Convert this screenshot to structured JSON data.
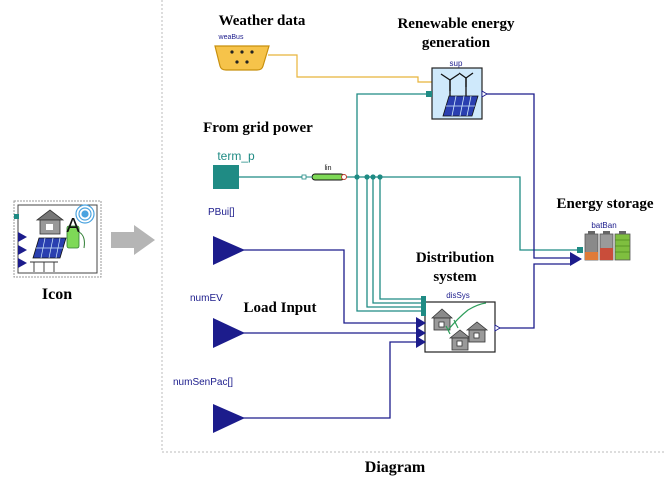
{
  "labels": {
    "weather": "Weather data",
    "renewable_line1": "Renewable energy",
    "renewable_line2": "generation",
    "grid_power": "From grid power",
    "energy_storage": "Energy storage",
    "distribution_line1": "Distribution",
    "distribution_line2": "system",
    "load_input": "Load Input",
    "icon": "Icon",
    "diagram": "Diagram"
  },
  "components": {
    "weaBus": "weaBus",
    "sup": "sup",
    "term_p": "term_p",
    "lin": "lin",
    "batBan": "batBan",
    "disSys": "disSys"
  },
  "inputs": {
    "pbui": "PBui[]",
    "numev": "numEV",
    "numsenpac": "numSenPac[]"
  },
  "colors": {
    "electrical_connector": "#1f8b84",
    "signal_connector": "#1c1c8c",
    "weather_bus": "#e8b43a",
    "diagram_border": "#bbbbbb"
  }
}
